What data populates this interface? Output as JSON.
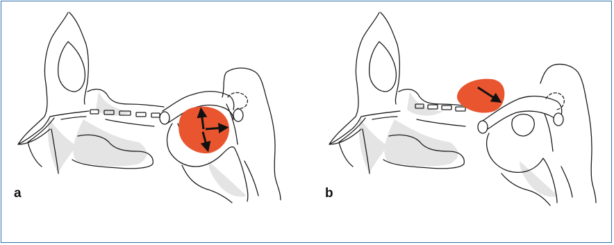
{
  "panels": [
    {
      "label": "a",
      "lesion_direction": "expanding"
    },
    {
      "label": "b",
      "lesion_direction": "lateral-compression"
    }
  ],
  "colors": {
    "frame": "#2e6fa8",
    "lesion": "#e8552f",
    "outline": "#1a1a1a",
    "shadow": "#e4e4e4",
    "arrow": "#111111"
  }
}
